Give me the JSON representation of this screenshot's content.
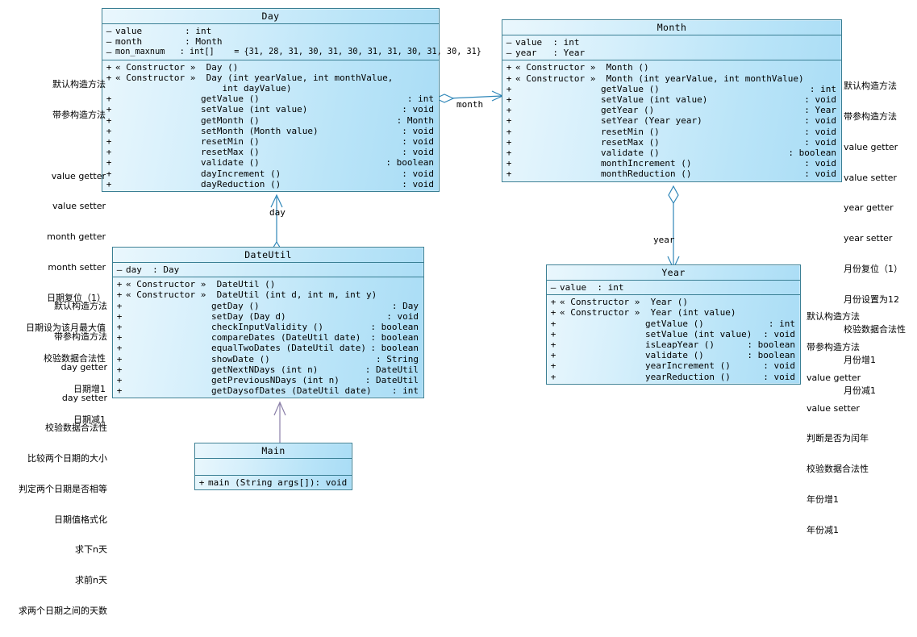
{
  "diagram": {
    "type": "uml-class-diagram",
    "accent_border": "#3a7f94",
    "fill_light": "#eaf7fd",
    "fill_dark": "#a8dcf5",
    "connector_color": "#2e86b8",
    "dependency_color": "#8a7fa8"
  },
  "classes": {
    "day": {
      "name": "Day",
      "attributes": [
        {
          "vis": "–",
          "sig": "value        : int",
          "ret": ""
        },
        {
          "vis": "–",
          "sig": "month        : Month",
          "ret": ""
        },
        {
          "vis": "–",
          "sig": "mon_maxnum   : int[]    = {31, 28, 31, 30, 31, 30, 31, 31, 30, 31, 30, 31}",
          "ret": ""
        }
      ],
      "operations": [
        {
          "vis": "+",
          "sig": "« Constructor »  Day ()",
          "ret": ""
        },
        {
          "vis": "+",
          "sig": "« Constructor »  Day (int yearValue, int monthValue,",
          "ret": ""
        },
        {
          "vis": "",
          "sig": "                    int dayValue)",
          "ret": ""
        },
        {
          "vis": "+",
          "sig": "                getValue ()",
          "ret": ": int"
        },
        {
          "vis": "+",
          "sig": "                setValue (int value)",
          "ret": ": void"
        },
        {
          "vis": "+",
          "sig": "                getMonth ()",
          "ret": ": Month"
        },
        {
          "vis": "+",
          "sig": "                setMonth (Month value)",
          "ret": ": void"
        },
        {
          "vis": "+",
          "sig": "                resetMin ()",
          "ret": ": void"
        },
        {
          "vis": "+",
          "sig": "                resetMax ()",
          "ret": ": void"
        },
        {
          "vis": "+",
          "sig": "                validate ()",
          "ret": ": boolean"
        },
        {
          "vis": "+",
          "sig": "                dayIncrement ()",
          "ret": ": void"
        },
        {
          "vis": "+",
          "sig": "                dayReduction ()",
          "ret": ": void"
        }
      ]
    },
    "month": {
      "name": "Month",
      "attributes": [
        {
          "vis": "–",
          "sig": "value  : int",
          "ret": ""
        },
        {
          "vis": "–",
          "sig": "year   : Year",
          "ret": ""
        }
      ],
      "operations": [
        {
          "vis": "+",
          "sig": "« Constructor »  Month ()",
          "ret": ""
        },
        {
          "vis": "+",
          "sig": "« Constructor »  Month (int yearValue, int monthValue)",
          "ret": ""
        },
        {
          "vis": "+",
          "sig": "                getValue ()",
          "ret": ": int"
        },
        {
          "vis": "+",
          "sig": "                setValue (int value)",
          "ret": ": void"
        },
        {
          "vis": "+",
          "sig": "                getYear ()",
          "ret": ": Year"
        },
        {
          "vis": "+",
          "sig": "                setYear (Year year)",
          "ret": ": void"
        },
        {
          "vis": "+",
          "sig": "                resetMin ()",
          "ret": ": void"
        },
        {
          "vis": "+",
          "sig": "                resetMax ()",
          "ret": ": void"
        },
        {
          "vis": "+",
          "sig": "                validate ()",
          "ret": ": boolean"
        },
        {
          "vis": "+",
          "sig": "                monthIncrement ()",
          "ret": ": void"
        },
        {
          "vis": "+",
          "sig": "                monthReduction ()",
          "ret": ": void"
        }
      ]
    },
    "dateutil": {
      "name": "DateUtil",
      "attributes": [
        {
          "vis": "–",
          "sig": "day  : Day",
          "ret": ""
        }
      ],
      "operations": [
        {
          "vis": "+",
          "sig": "« Constructor »  DateUtil ()",
          "ret": ""
        },
        {
          "vis": "+",
          "sig": "« Constructor »  DateUtil (int d, int m, int y)",
          "ret": ""
        },
        {
          "vis": "+",
          "sig": "                getDay ()",
          "ret": ": Day"
        },
        {
          "vis": "+",
          "sig": "                setDay (Day d)",
          "ret": ": void"
        },
        {
          "vis": "+",
          "sig": "                checkInputValidity ()",
          "ret": ": boolean"
        },
        {
          "vis": "+",
          "sig": "                compareDates (DateUtil date)",
          "ret": ": boolean"
        },
        {
          "vis": "+",
          "sig": "                equalTwoDates (DateUtil date)",
          "ret": ": boolean"
        },
        {
          "vis": "+",
          "sig": "                showDate ()",
          "ret": ": String"
        },
        {
          "vis": "+",
          "sig": "                getNextNDays (int n)",
          "ret": ": DateUtil"
        },
        {
          "vis": "+",
          "sig": "                getPreviousNDays (int n)",
          "ret": ": DateUtil"
        },
        {
          "vis": "+",
          "sig": "                getDaysofDates (DateUtil date)",
          "ret": ": int"
        }
      ]
    },
    "year": {
      "name": "Year",
      "attributes": [
        {
          "vis": "–",
          "sig": "value  : int",
          "ret": ""
        }
      ],
      "operations": [
        {
          "vis": "+",
          "sig": "« Constructor »  Year ()",
          "ret": ""
        },
        {
          "vis": "+",
          "sig": "« Constructor »  Year (int value)",
          "ret": ""
        },
        {
          "vis": "+",
          "sig": "                getValue ()",
          "ret": ": int"
        },
        {
          "vis": "+",
          "sig": "                setValue (int value)",
          "ret": ": void"
        },
        {
          "vis": "+",
          "sig": "                isLeapYear ()",
          "ret": ": boolean"
        },
        {
          "vis": "+",
          "sig": "                validate ()",
          "ret": ": boolean"
        },
        {
          "vis": "+",
          "sig": "                yearIncrement ()",
          "ret": ": void"
        },
        {
          "vis": "+",
          "sig": "                yearReduction ()",
          "ret": ": void"
        }
      ]
    },
    "main": {
      "name": "Main",
      "attributes": [],
      "operations": [
        {
          "vis": "+",
          "sig": "main (String args[])",
          "ret": ": void"
        }
      ]
    }
  },
  "annotations": {
    "day_notes": [
      "默认构造方法",
      "带参构造方法",
      "",
      "value getter",
      "value setter",
      "month getter",
      "month setter",
      "日期复位（1）",
      "日期设为该月最大值",
      "校验数据合法性",
      "日期增1",
      "日期减1"
    ],
    "month_notes": [
      "默认构造方法",
      "带参构造方法",
      "value getter",
      "value setter",
      "year getter",
      "year setter",
      "月份复位（1）",
      "月份设置为12",
      "校验数据合法性",
      "月份增1",
      "月份减1"
    ],
    "dateutil_notes": [
      "默认构造方法",
      "带参构造方法",
      "day getter",
      "day setter",
      "校验数据合法性",
      "比较两个日期的大小",
      "判定两个日期是否相等",
      "日期值格式化",
      "求下n天",
      "求前n天",
      "求两个日期之间的天数"
    ],
    "year_notes": [
      "默认构造方法",
      "带参构造方法",
      "value getter",
      "value setter",
      "判断是否为闰年",
      "校验数据合法性",
      "年份增1",
      "年份减1"
    ]
  },
  "edges": [
    {
      "id": "day-month",
      "label": "month",
      "from": "Day",
      "to": "Month",
      "kind": "aggregation"
    },
    {
      "id": "dateutil-day",
      "label": "day",
      "from": "DateUtil",
      "to": "Day",
      "kind": "aggregation"
    },
    {
      "id": "month-year",
      "label": "year",
      "from": "Month",
      "to": "Year",
      "kind": "aggregation"
    },
    {
      "id": "main-dateutil",
      "label": "",
      "from": "Main",
      "to": "DateUtil",
      "kind": "dependency"
    }
  ]
}
